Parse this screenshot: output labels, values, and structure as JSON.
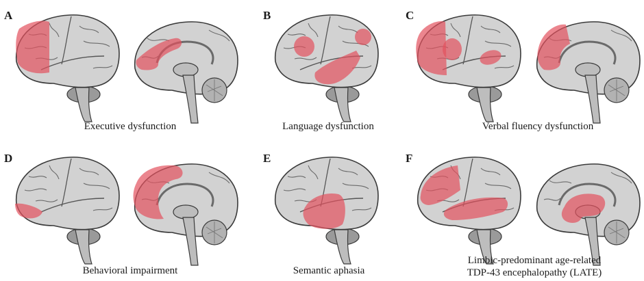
{
  "panels": [
    {
      "letter": "A",
      "caption": "Executive dysfunction"
    },
    {
      "letter": "B",
      "caption": "Language dysfunction"
    },
    {
      "letter": "C",
      "caption": "Verbal fluency dysfunction"
    },
    {
      "letter": "D",
      "caption": "Behavioral impairment"
    },
    {
      "letter": "E",
      "caption": "Semantic aphasia"
    },
    {
      "letter": "F",
      "caption_line1": "Limbic-predominant age-related",
      "caption_line2": "TDP-43 encephalopathy (LATE)"
    }
  ],
  "colors": {
    "highlight": "#e2515e",
    "brain_fill": "#d2d2d2",
    "outline": "#3a3a3a"
  }
}
